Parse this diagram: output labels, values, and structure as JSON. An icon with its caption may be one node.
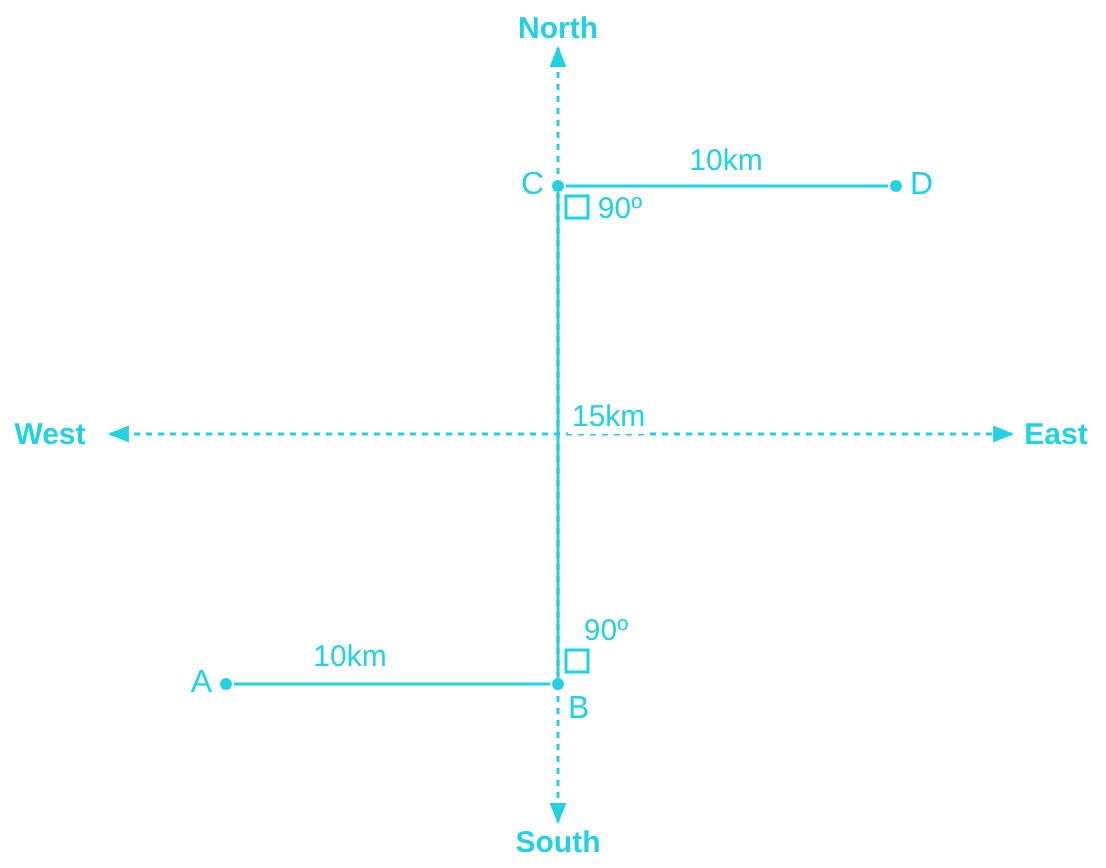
{
  "diagram": {
    "nodes": [
      {
        "text": [
          "A"
        ]
      },
      {
        "text": [
          "B"
        ]
      },
      {
        "text": [
          "C"
        ]
      },
      {
        "text": [
          "D"
        ]
      }
    ],
    "edges": [
      {
        "from": 0,
        "to": 1,
        "arrow": "none",
        "label": "10km"
      },
      {
        "from": 1,
        "to": 2,
        "arrow": "none",
        "label": "15km"
      },
      {
        "from": 2,
        "to": 3,
        "arrow": "none",
        "label": "10km"
      }
    ],
    "labels": [
      "North",
      "90º",
      "West",
      "East",
      "90º",
      "South"
    ]
  }
}
